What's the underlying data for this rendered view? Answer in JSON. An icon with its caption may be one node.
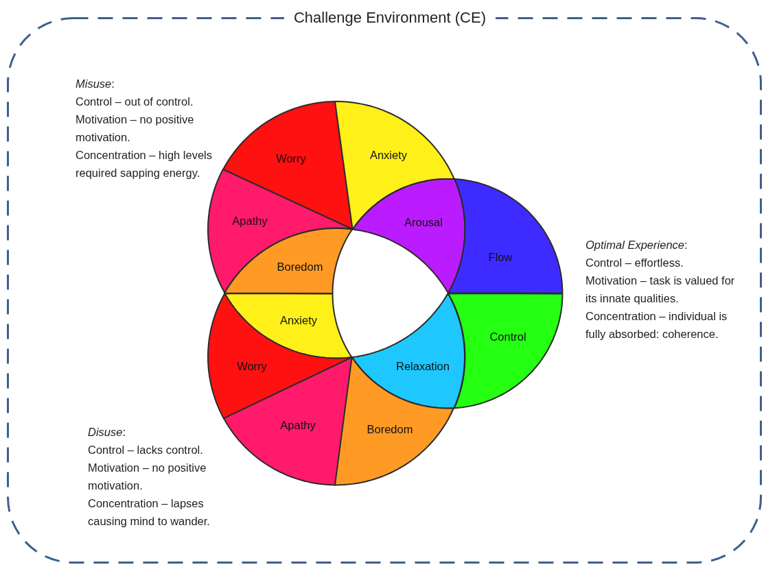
{
  "diagram": {
    "nodes": [
      {
        "text": [
          "Challenge Environment (CE)"
        ]
      },
      {
        "text": [
          "Worry"
        ],
        "in": 0
      },
      {
        "text": [
          "Anxiety"
        ],
        "in": 0
      },
      {
        "text": [
          "Apathy"
        ],
        "in": 0
      },
      {
        "text": [
          "Arousal"
        ],
        "in": 0
      },
      {
        "text": [
          "Boredom"
        ],
        "in": 0
      },
      {
        "text": [
          "Flow"
        ],
        "in": 0
      },
      {
        "text": [
          "Anxiety"
        ],
        "in": 0
      },
      {
        "text": [
          "Control"
        ],
        "in": 0
      },
      {
        "text": [
          "Worry"
        ],
        "in": 0
      },
      {
        "text": [
          "Relaxation"
        ],
        "in": 0
      },
      {
        "text": [
          "Apathy"
        ],
        "in": 0
      },
      {
        "text": [
          "Boredom"
        ],
        "in": 0
      }
    ],
    "labels": [
      "*Misuse*:",
      "Control – out of control.",
      "Motivation – no positive motivation.",
      "Concentration – high levels required sapping energy.",
      "*Optimal Experience*:",
      "Control – effortless.",
      "Motivation – task is valued for its innate qualities.",
      "Concentration – individual is fully absorbed: coherence.",
      "*Disuse*:",
      "Control – lacks control.",
      "Motivation – no positive motivation.",
      "Concentration – lapses causing mind to wander."
    ]
  }
}
